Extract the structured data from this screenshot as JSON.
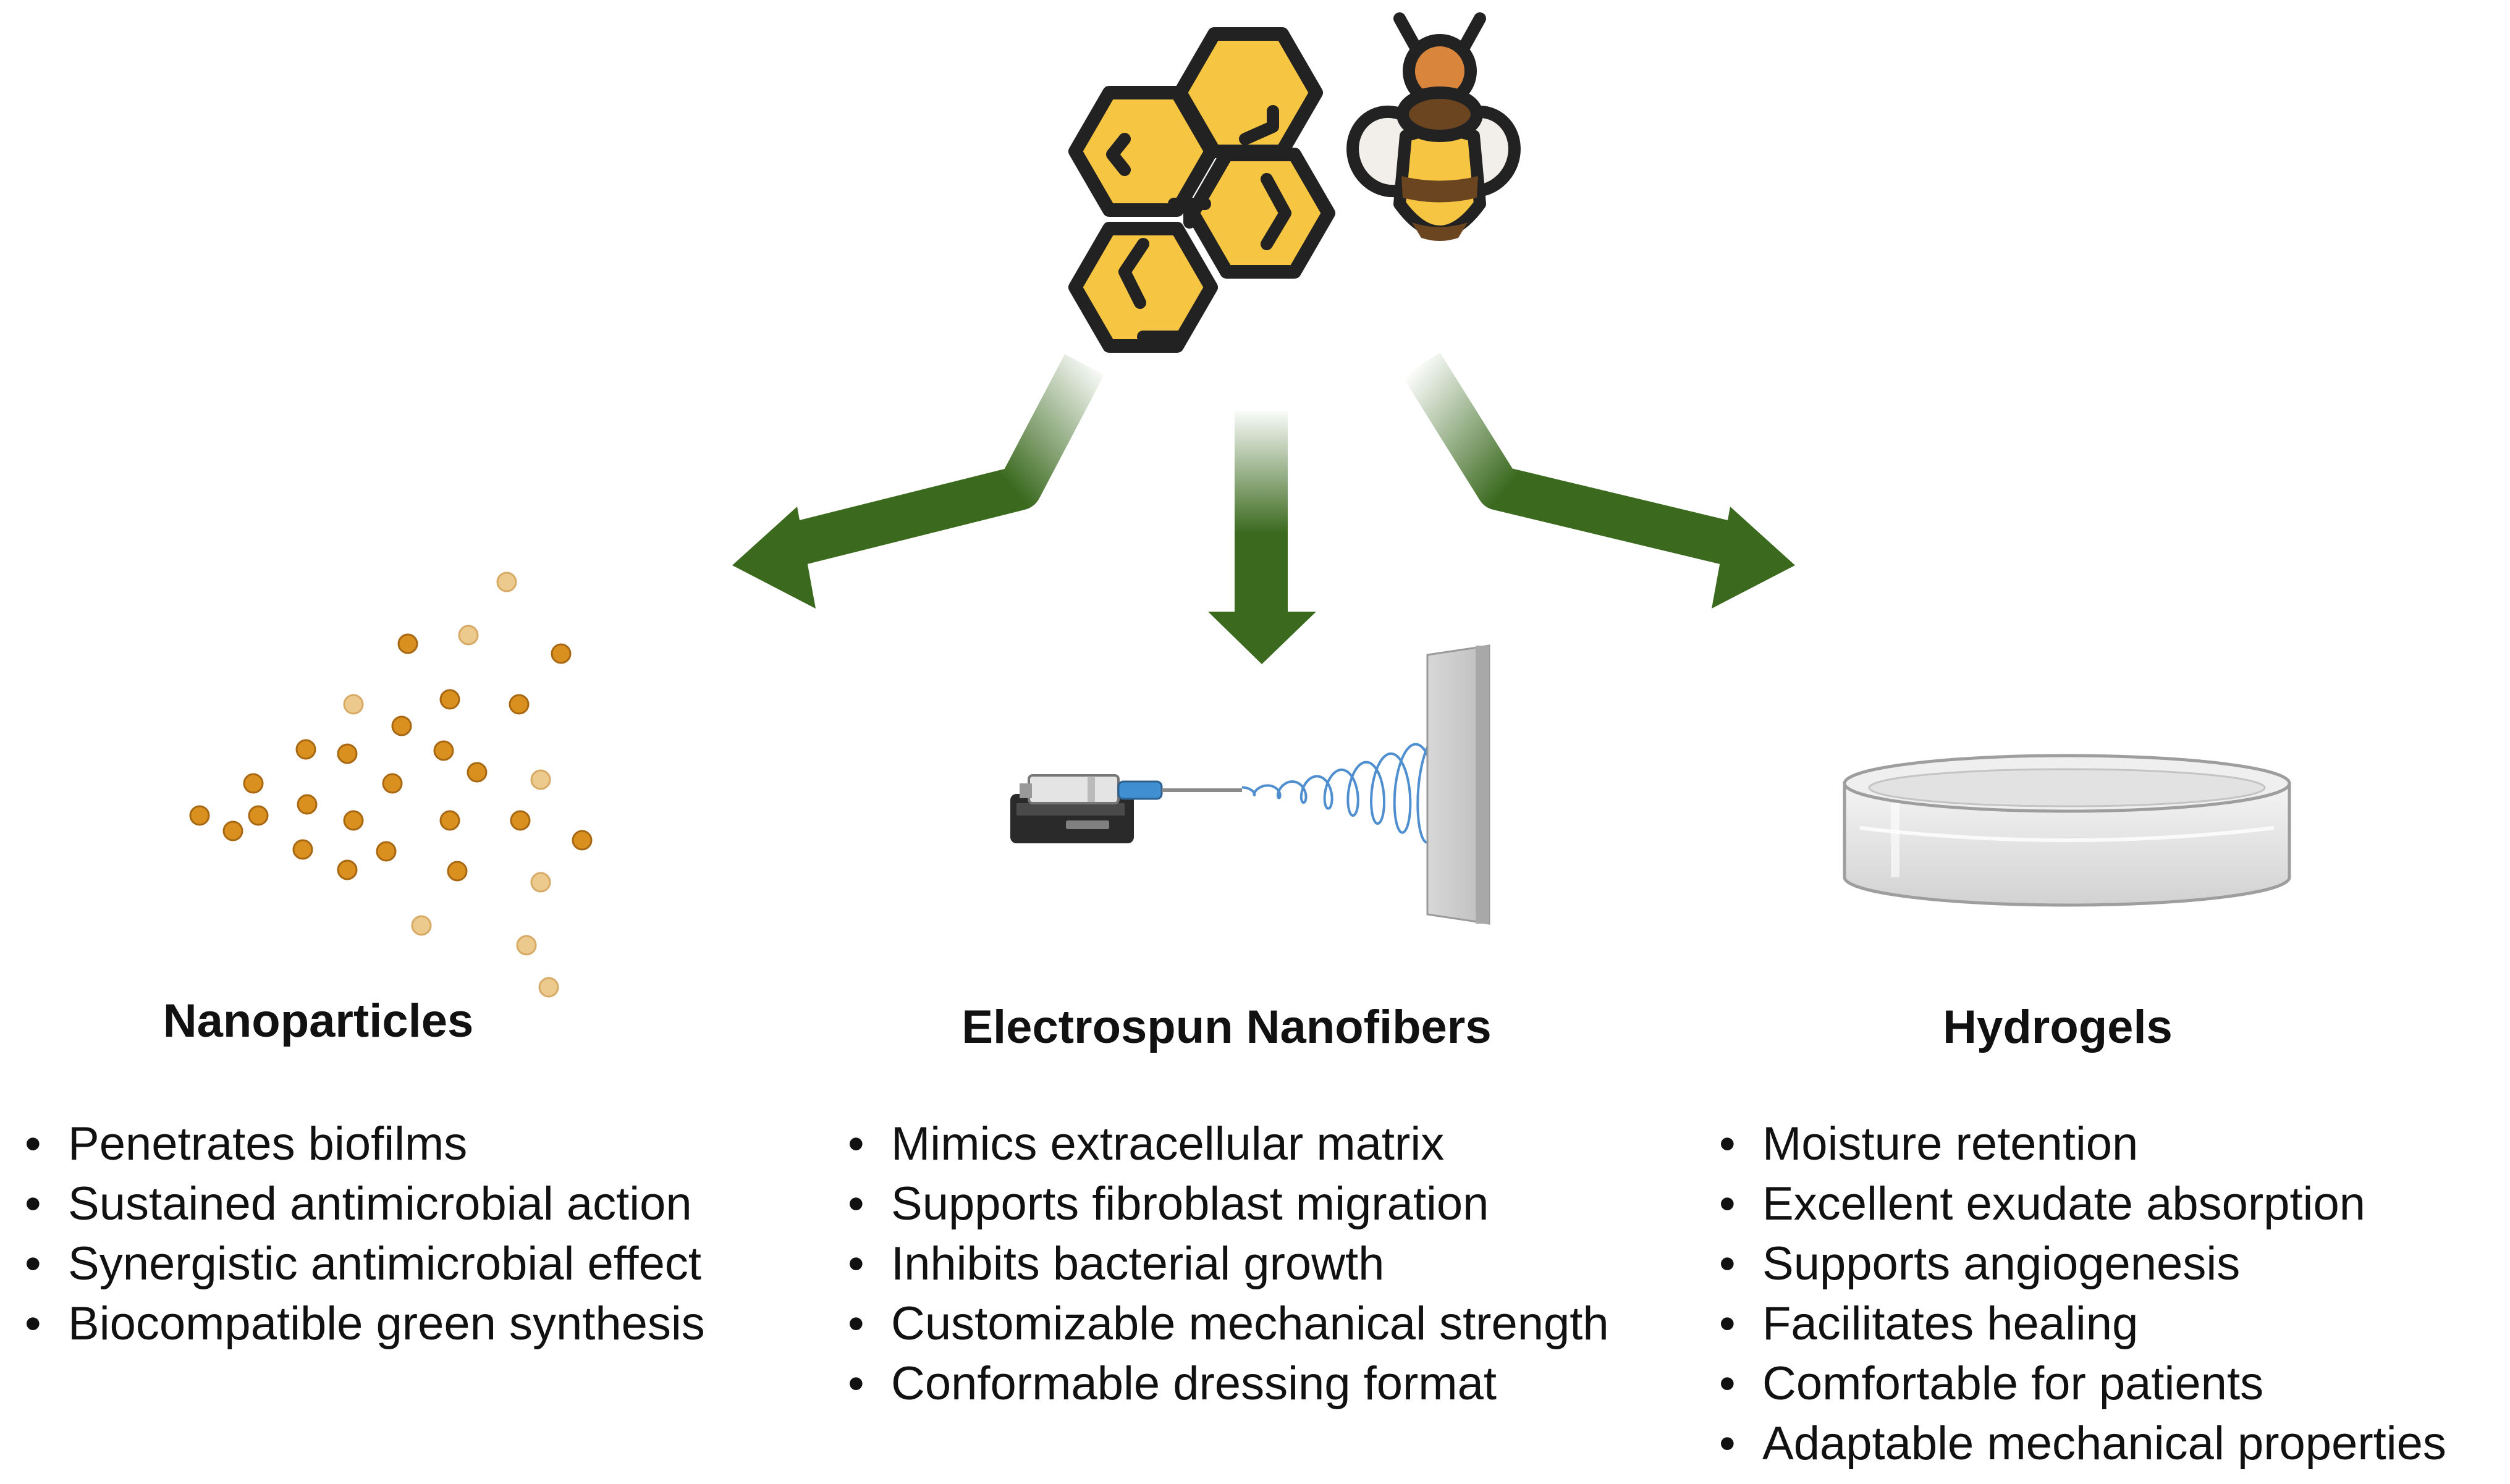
{
  "colors": {
    "honey": "#f6c542",
    "outline": "#222222",
    "arrow": "#3b6a1f",
    "particle": "#d9901f",
    "particle_light": "#ecc98c",
    "fiber": "#4f8fd0"
  },
  "icons": [
    "honeycomb-icon",
    "bee-icon",
    "nanoparticles-icon",
    "electrospinning-setup-icon",
    "petri-dish-icon"
  ],
  "sections": [
    {
      "title": "Nanoparticles",
      "items": [
        "Penetrates biofilms",
        "Sustained antimicrobial action",
        "Synergistic antimicrobial effect",
        "Biocompatible green synthesis"
      ]
    },
    {
      "title": "Electrospun Nanofibers",
      "items": [
        "Mimics extracellular matrix",
        "Supports fibroblast migration",
        "Inhibits bacterial growth",
        "Customizable mechanical strength",
        "Conformable dressing format"
      ]
    },
    {
      "title": "Hydrogels",
      "items": [
        "Moisture retention",
        "Excellent exudate absorption",
        "Supports angiogenesis",
        "Facilitates healing",
        "Comfortable for patients",
        "Adaptable mechanical properties"
      ]
    }
  ]
}
